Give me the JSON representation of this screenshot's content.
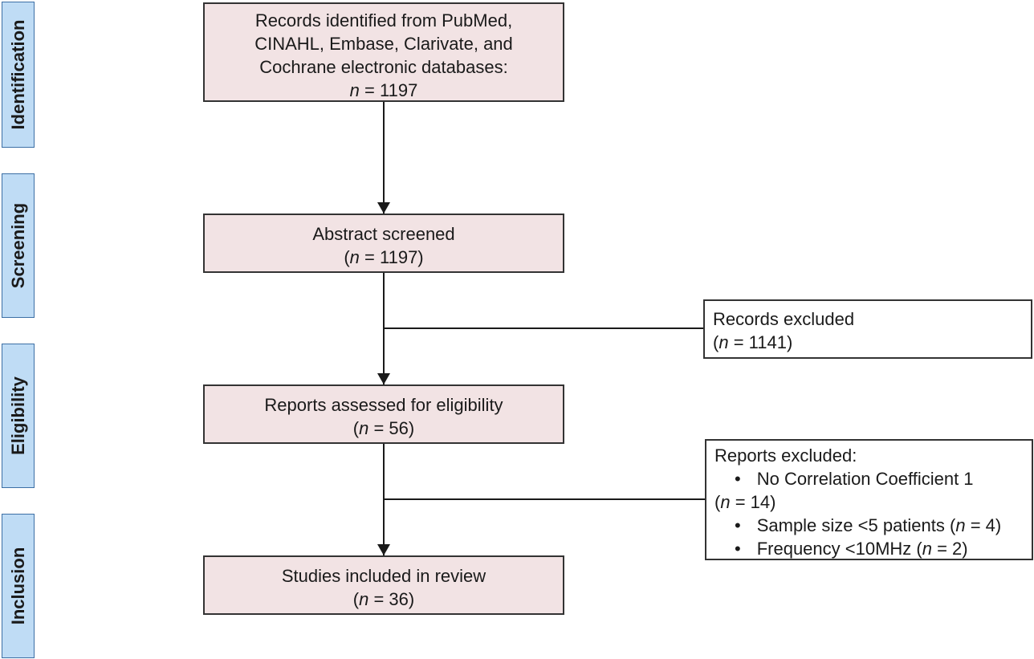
{
  "phases": [
    {
      "label": "Identification"
    },
    {
      "label": "Screening"
    },
    {
      "label": "Eligibility"
    },
    {
      "label": "Inclusion"
    }
  ],
  "identified": {
    "lines": [
      "Records identified from PubMed,",
      "CINAHL, Embase, Clarivate, and",
      "Cochrane electronic databases:"
    ],
    "n_prefix": "n",
    "n_value": " = 1197"
  },
  "screened": {
    "title": "Abstract screened",
    "n_open": "(",
    "n_prefix": "n",
    "n_value": " = 1197)"
  },
  "records_excluded": {
    "title": "Records excluded",
    "n_open": "(",
    "n_prefix": "n",
    "n_value": " = 1141)"
  },
  "assessed": {
    "title": "Reports assessed for eligibility",
    "n_open": "(",
    "n_prefix": "n",
    "n_value": " = 56)"
  },
  "reports_excluded": {
    "title": "Reports excluded:",
    "bullet_symbol": "•",
    "reason1_text": "No Correlation Coefficient 1",
    "reason1_n_open": "(",
    "reason1_n_prefix": "n",
    "reason1_n_value": " = 14)",
    "reason2_text": "Sample size <5 patients (",
    "reason2_n_prefix": "n",
    "reason2_n_value": " = 4)",
    "reason3_text": "Frequency <10MHz (",
    "reason3_n_prefix": "n",
    "reason3_n_value": " = 2)"
  },
  "included": {
    "title": "Studies included in review",
    "n_open": "(",
    "n_prefix": "n",
    "n_value": " = 36)"
  },
  "colors": {
    "phase_fill": "#bfdcf5",
    "phase_border": "#3c6fa5",
    "box_fill": "#f2e3e4",
    "line": "#1a1a1a"
  }
}
